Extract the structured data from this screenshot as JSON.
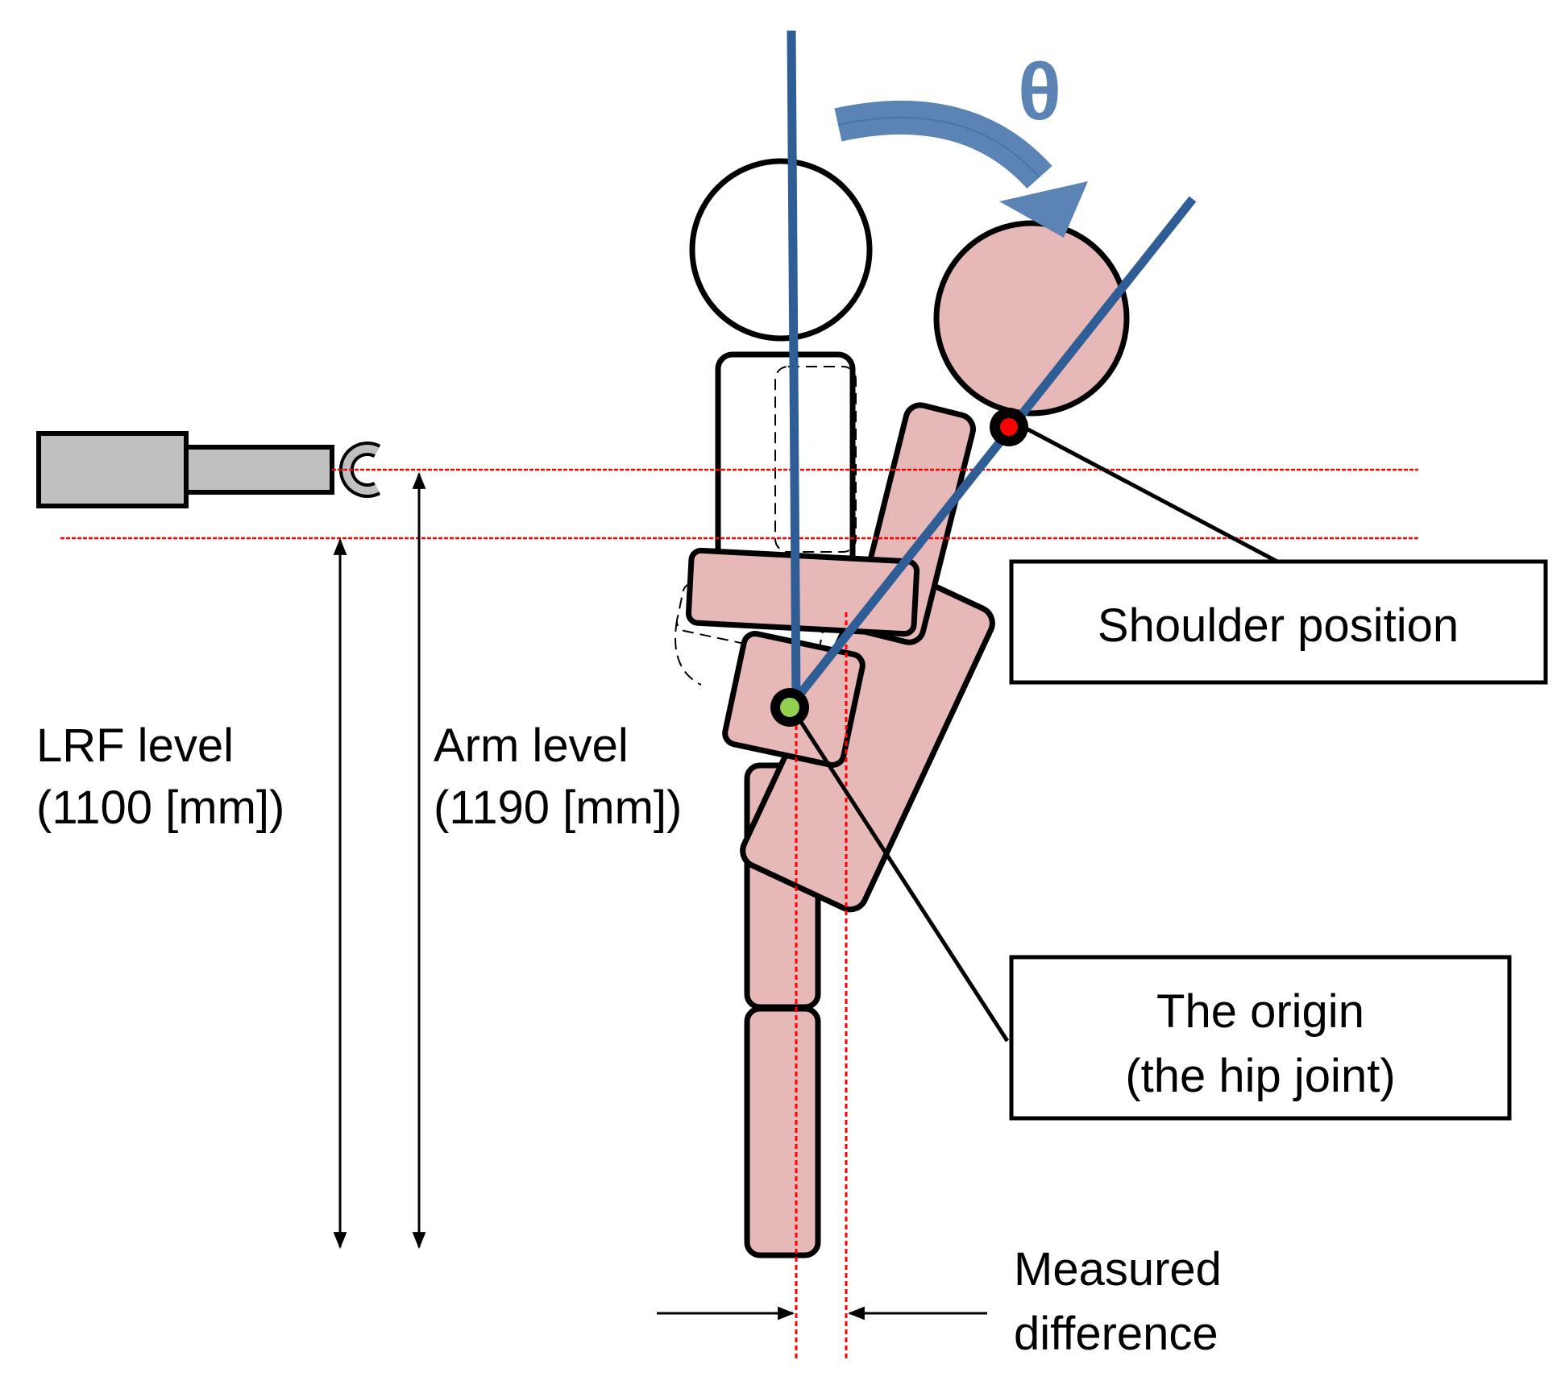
{
  "labels": {
    "theta": "θ",
    "shoulder_position": "Shoulder position",
    "origin_line1": "The origin",
    "origin_line2": "(the hip joint)",
    "lrf_level_line1": "LRF level",
    "lrf_level_line2": "(1100 [mm])",
    "arm_level_line1": "Arm level",
    "arm_level_line2": "(1190 [mm])",
    "measured_line1": "Measured",
    "measured_line2": "difference"
  },
  "colors": {
    "axis_blue": "#2e5e95",
    "theta_blue": "#5b84b5",
    "reference_red": "#ff0000",
    "body_pink": "#e6b8b7",
    "sensor_gray": "#c0c0c0",
    "origin_green": "#92d050",
    "shoulder_red": "#ff0000"
  },
  "icons": {
    "sensor": "laser-range-finder-icon",
    "rotation": "curved-arrow-icon"
  }
}
